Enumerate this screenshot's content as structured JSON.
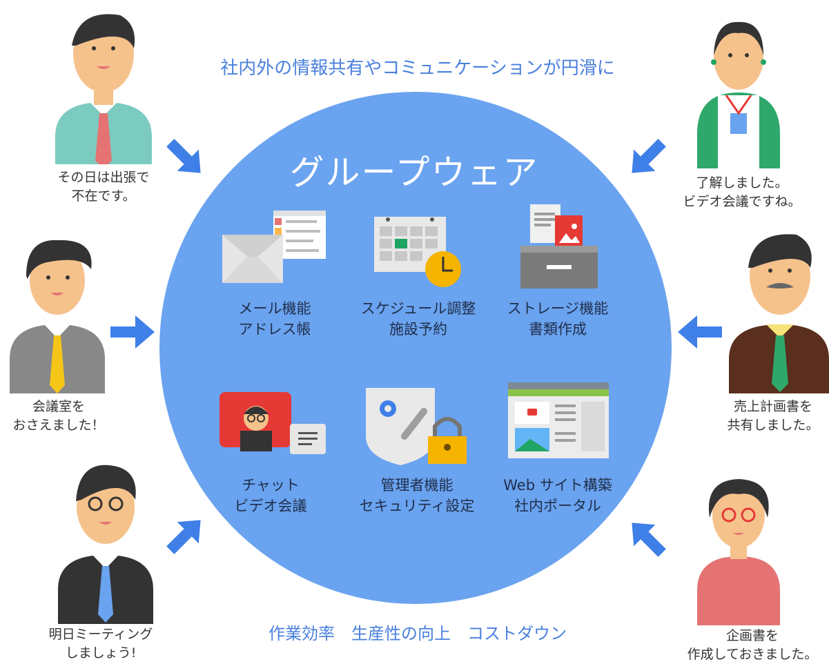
{
  "headline": "社内外の情報共有やコミュニケーションが円滑に",
  "circle_title": "グループウェア",
  "features": [
    {
      "line1": "メール機能",
      "line2": "アドレス帳"
    },
    {
      "line1": "スケジュール調整",
      "line2": "施設予約"
    },
    {
      "line1": "ストレージ機能",
      "line2": "書類作成"
    },
    {
      "line1": "チャット",
      "line2": "ビデオ会議"
    },
    {
      "line1": "管理者機能",
      "line2": "セキュリティ設定"
    },
    {
      "line1": "Web サイト構築",
      "line2": "社内ポータル"
    }
  ],
  "bottom_text": "作業効率　生産性の向上　コストダウン",
  "people": [
    {
      "line1": "その日は出張で",
      "line2": "不在です。"
    },
    {
      "line1": "会議室を",
      "line2": "おさえました！"
    },
    {
      "line1": "明日ミーティング",
      "line2": "しましょう!"
    },
    {
      "line1": "了解しました。",
      "line2": "ビデオ会議ですね。"
    },
    {
      "line1": "売上計画書を",
      "line2": "共有しました。"
    },
    {
      "line1": "企画書を",
      "line2": "作成しておきました。"
    }
  ],
  "colors": {
    "circle": "#6aa3ef",
    "arrow": "#3f7fe8",
    "headline": "#4a80dd"
  }
}
